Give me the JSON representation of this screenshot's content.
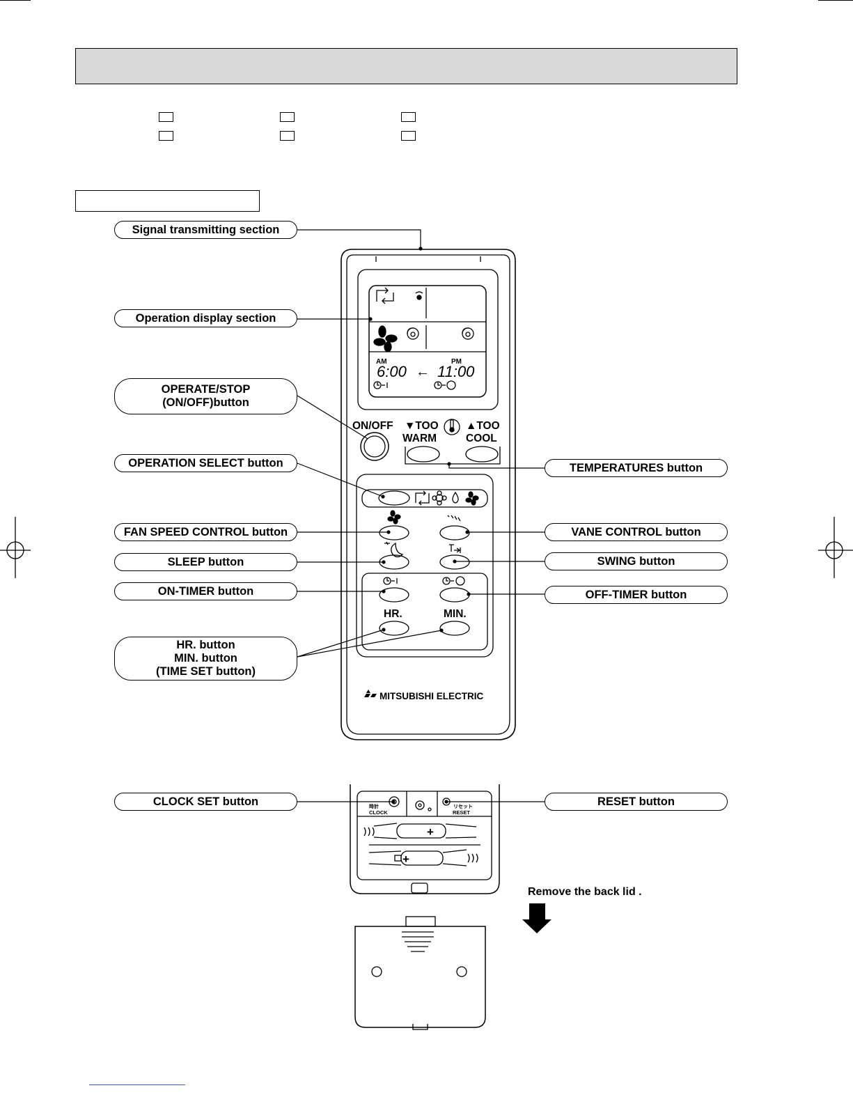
{
  "callouts": {
    "signal": "Signal transmitting section",
    "display": "Operation display section",
    "operate": "OPERATE/STOP\n(ON/OFF)button",
    "op_select": "OPERATION SELECT button",
    "fan_speed": "FAN SPEED CONTROL button",
    "sleep": "SLEEP button",
    "on_timer": "ON-TIMER button",
    "hr_min": "HR. button\nMIN. button\n(TIME SET button)",
    "temperatures": "TEMPERATURES button",
    "vane": "VANE CONTROL button",
    "swing": "SWING button",
    "off_timer": "OFF-TIMER button",
    "clock_set": "CLOCK SET button",
    "reset": "RESET button"
  },
  "remote": {
    "display": {
      "am": "AM",
      "pm": "PM",
      "on_time": "6:00",
      "arrow": "←",
      "off_time": "11:00"
    },
    "onoff_label": "ON/OFF",
    "too_warm_line1": "▼TOO",
    "too_warm_line2": "WARM",
    "too_cool_line1": "▲TOO",
    "too_cool_line2": "COOL",
    "hr_label": "HR.",
    "min_label": "MIN.",
    "brand": "MITSUBISHI ELECTRIC"
  },
  "battery": {
    "clock_jp": "時計",
    "clock_en": "CLOCK",
    "reset_jp": "リセット",
    "reset_en": "RESET"
  },
  "note": "Remove the back lid ."
}
